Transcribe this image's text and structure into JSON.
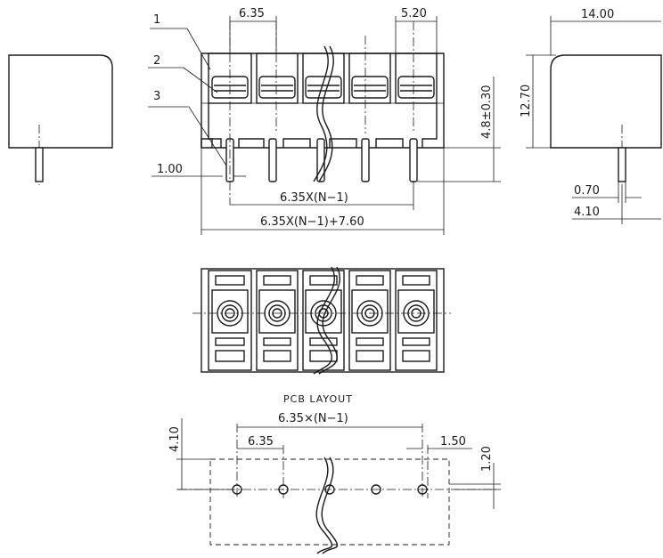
{
  "callouts": [
    "1",
    "2",
    "3"
  ],
  "dimensions": {
    "pitch_top": "6.35",
    "pin_width_top": "5.20",
    "side_width": "14.00",
    "side_height": "12.70",
    "pin_length": "4.8±0.30",
    "pin_dia": "1.00",
    "span_pins": "6.35X(N−1)",
    "span_total": "6.35X(N−1)+7.60",
    "side_pin_w": "0.70",
    "side_pin_offset": "4.10",
    "pcb_span": "6.35×(N−1)",
    "pcb_pitch": "6.35",
    "pcb_height": "4.10",
    "pcb_hole": "1.50",
    "pcb_offset": "1.20"
  },
  "labels": {
    "pcb_layout": "PCB LAYOUT"
  }
}
